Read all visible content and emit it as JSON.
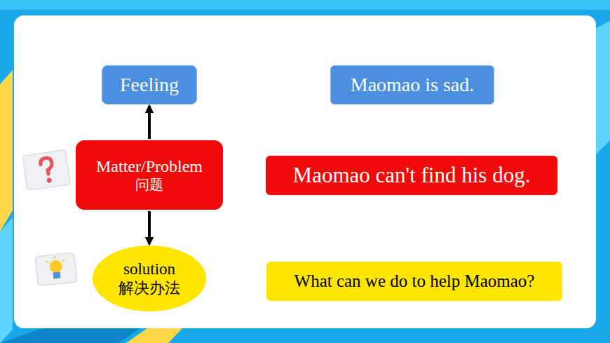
{
  "diagram": {
    "nodes": [
      {
        "text": [
          "Feeling"
        ]
      },
      {
        "text": [
          "Matter/Problem",
          "问题"
        ]
      },
      {
        "text": [
          "solution",
          "解决办法"
        ]
      },
      {
        "text": [
          "Maomao is sad."
        ]
      },
      {
        "text": [
          "Maomao can't find his dog."
        ]
      },
      {
        "text": [
          "What can we do to help Maomao?"
        ]
      }
    ],
    "edges": [
      {
        "from": 1,
        "to": 0,
        "arrow": "to"
      },
      {
        "from": 1,
        "to": 2,
        "arrow": "to"
      }
    ]
  }
}
